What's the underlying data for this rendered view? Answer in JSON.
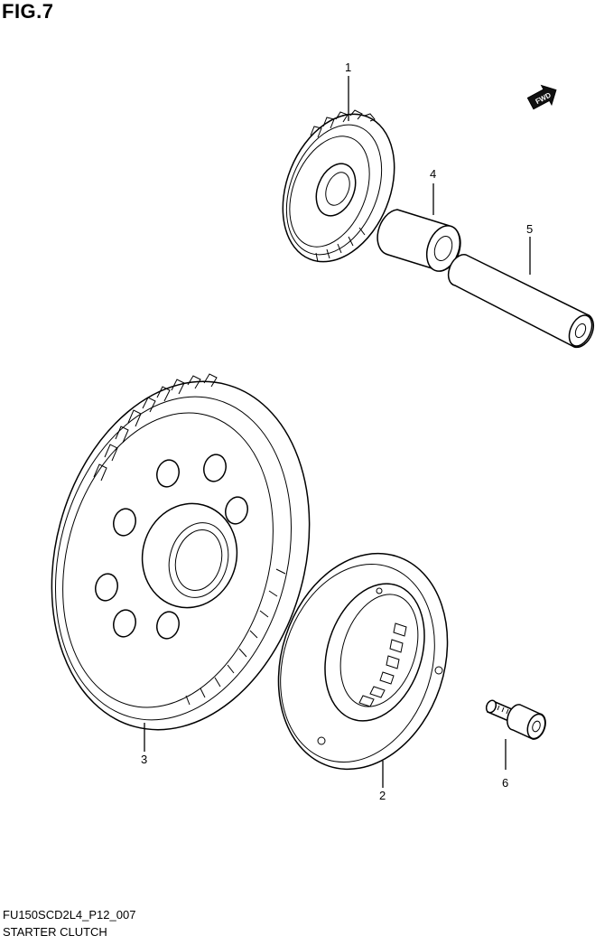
{
  "figure": {
    "title": "FIG.7",
    "code": "FU150SCD2L4_P12_007",
    "name": "STARTER CLUTCH",
    "fwd_label": "FWD"
  },
  "parts": [
    {
      "number": "1"
    },
    {
      "number": "2"
    },
    {
      "number": "3"
    },
    {
      "number": "4"
    },
    {
      "number": "5"
    },
    {
      "number": "6"
    }
  ]
}
